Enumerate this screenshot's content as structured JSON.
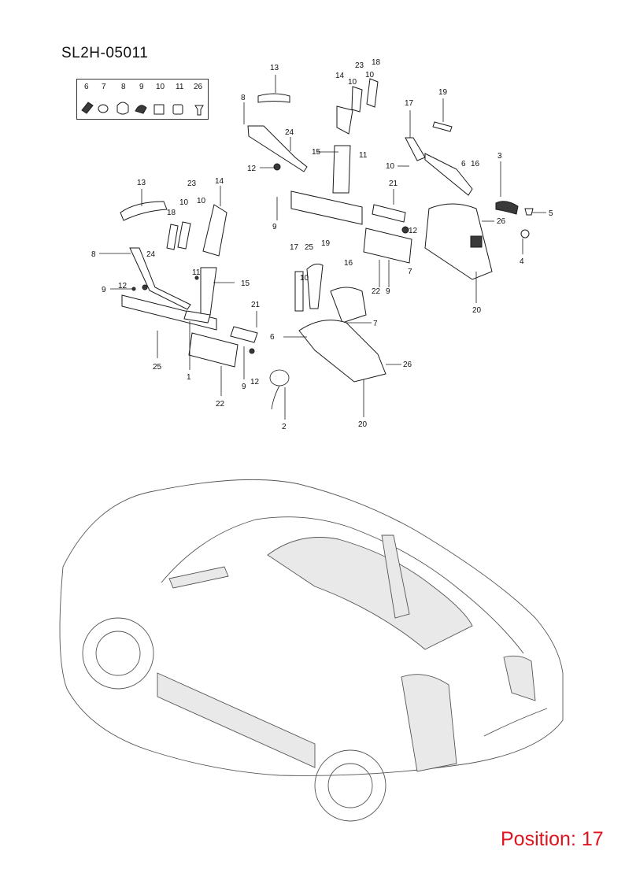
{
  "header": {
    "code": "SL2H-05011"
  },
  "footer": {
    "position_label": "Position: 17"
  },
  "fastener_legend": [
    "6",
    "7",
    "8",
    "9",
    "10",
    "11",
    "26"
  ],
  "callouts": {
    "c1": "1",
    "c2": "2",
    "c3": "3",
    "c4": "4",
    "c5": "5",
    "c6a": "6",
    "c6b": "6",
    "c7a": "7",
    "c7b": "7",
    "c8a": "8",
    "c8b": "8",
    "c9a": "9",
    "c9b": "9",
    "c9c": "9",
    "c9d": "9",
    "c10a": "10",
    "c10b": "10",
    "c10c": "10",
    "c10d": "10",
    "c10e": "10",
    "c10f": "10",
    "c11a": "11",
    "c11b": "11",
    "c12a": "12",
    "c12b": "12",
    "c12c": "12",
    "c12d": "12",
    "c13a": "13",
    "c13b": "13",
    "c14a": "14",
    "c14b": "14",
    "c15a": "15",
    "c15b": "15",
    "c16a": "16",
    "c16b": "16",
    "c17a": "17",
    "c17b": "17",
    "c18a": "18",
    "c18b": "18",
    "c19a": "19",
    "c19b": "19",
    "c20a": "20",
    "c20b": "20",
    "c21a": "21",
    "c21b": "21",
    "c22a": "22",
    "c22b": "22",
    "c23a": "23",
    "c23b": "23",
    "c24a": "24",
    "c24b": "24",
    "c25a": "25",
    "c25b": "25",
    "c26a": "26",
    "c26b": "26"
  }
}
